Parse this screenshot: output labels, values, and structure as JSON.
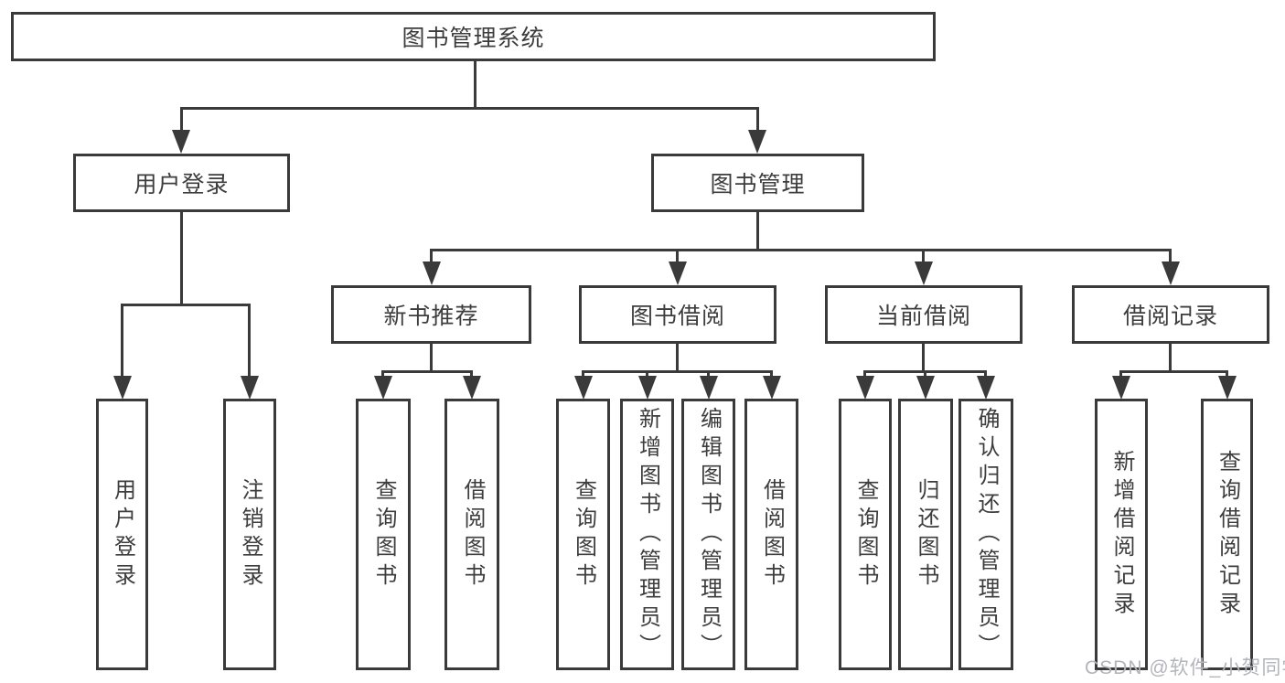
{
  "diagram": {
    "root": {
      "label": "图书管理系统"
    },
    "level2": [
      {
        "label": "用户登录"
      },
      {
        "label": "图书管理"
      }
    ],
    "level3": [
      {
        "label": "新书推荐"
      },
      {
        "label": "图书借阅"
      },
      {
        "label": "当前借阅"
      },
      {
        "label": "借阅记录"
      }
    ],
    "leaves": {
      "login": [
        "用户登录",
        "注销登录"
      ],
      "new_book": [
        "查询图书",
        "借阅图书"
      ],
      "book_borrow": [
        "查询图书",
        "新增图书（管理员）",
        "编辑图书（管理员）",
        "借阅图书"
      ],
      "current_borrow": [
        "查询图书",
        "归还图书",
        "确认归还（管理员）"
      ],
      "borrow_records": [
        "新增借阅记录",
        "查询借阅记录"
      ]
    }
  },
  "watermark": {
    "text": "CSDN @软件_小贺同学"
  },
  "colors": {
    "line": "#3a3a3a",
    "text": "#3d3d3d",
    "watermark": "#b4b5bc",
    "background": "#ffffff"
  }
}
